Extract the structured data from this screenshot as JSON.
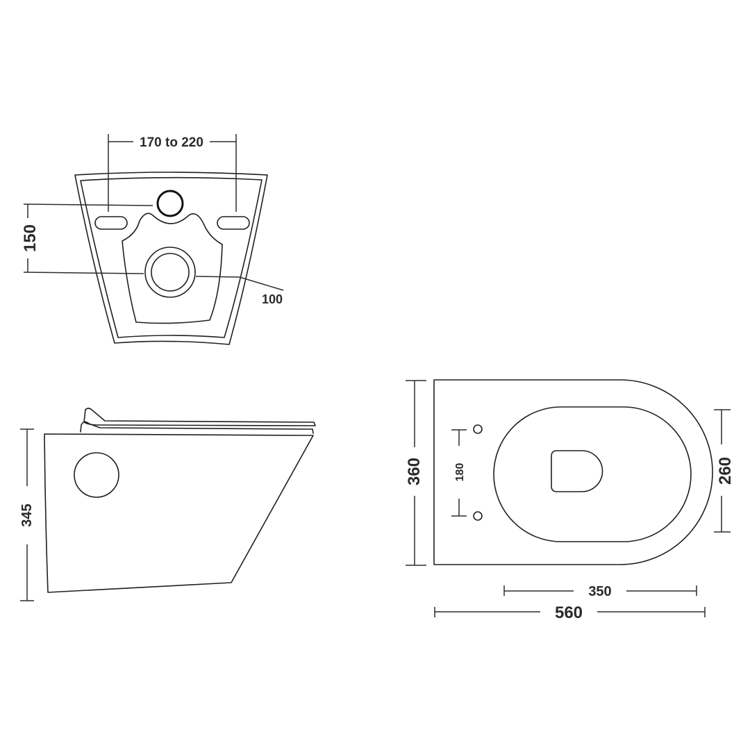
{
  "rear_view": {
    "fixing_centres_label": "170 to 220",
    "height_label": "150",
    "outlet_label": "100"
  },
  "side_view": {
    "height_label": "345"
  },
  "plan_view": {
    "width_label": "360",
    "fixing_spacing_label": "180",
    "bowl_width_label": "260",
    "bowl_length_label": "350",
    "overall_length_label": "560"
  },
  "colors": {
    "line": "#1f1f1f",
    "text": "#2a2a2a",
    "background": "#ffffff"
  }
}
